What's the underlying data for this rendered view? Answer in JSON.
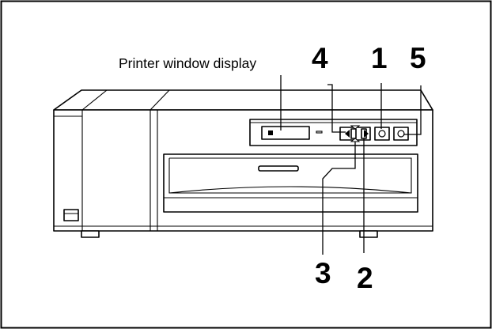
{
  "diagram": {
    "display_caption": "Printer window display",
    "callouts": {
      "one": "1",
      "two": "2",
      "three": "3",
      "four": "4",
      "five": "5"
    }
  }
}
